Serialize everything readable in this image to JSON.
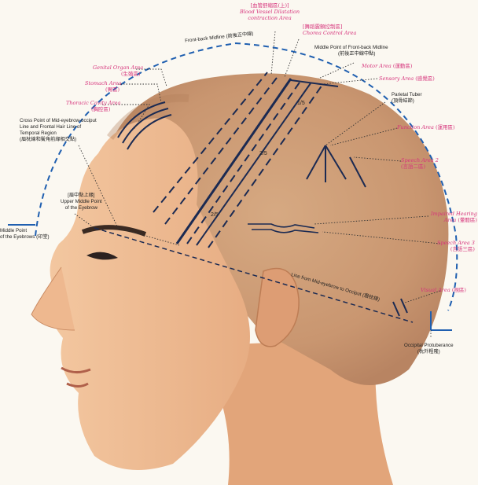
{
  "labels": {
    "blood_vessel": {
      "zh_top": "[血管舒縮區(上)]",
      "en": "Blood Vessel Dilatation",
      "en2": "contraction Area"
    },
    "chorea": {
      "zh": "[舞蹈震顫控制區]",
      "en": "Chorea Control Area"
    },
    "front_back_midline": {
      "en": "Front-back Midline",
      "zh": "(前後正中線)"
    },
    "middle_point_fb": {
      "en": "Middle Point of Front-back Midline",
      "zh": "(前後正中線中點)"
    },
    "genital": {
      "en": "Genital Organ Area",
      "zh": "(生殖區)"
    },
    "stomach": {
      "en": "Stomach Area",
      "zh": "(胃區)"
    },
    "thoracic": {
      "en": "Thoracic Cavity Area",
      "zh": "(胸腔區)"
    },
    "motor": {
      "en": "Motor Area",
      "zh": "(運動區)"
    },
    "sensory": {
      "en": "Sensory Area",
      "zh": "(感覺區)"
    },
    "parietal": {
      "en": "Parietal Tuber",
      "zh": "(頂骨結節)"
    },
    "cross_point": {
      "l1": "Cross Point of Mid-eyebrow-occiput",
      "l2": "Line and Frontal Hair Line of",
      "l3": "Temporal Region",
      "zh": "(眉枕線和鬢角前緣相交點)"
    },
    "function": {
      "en": "Function Area",
      "zh": "(運用區)"
    },
    "speech2": {
      "en": "Speech Area 2",
      "zh": "(言語二區)"
    },
    "upper_middle": {
      "zh": "[眉中點上緣]",
      "l1": "Upper Middle Point",
      "l2": "of the Eyebrow"
    },
    "middle_eyebrows": {
      "l1": "Middle Point",
      "l2": "of the Eyebrows",
      "zh": "(印堂)"
    },
    "impaired_hearing": {
      "l1": "Impaired Hearing",
      "l2": "Area",
      "zh": "(暈聽區)"
    },
    "speech3": {
      "en": "Speech Area 3",
      "zh": "(言語三區)"
    },
    "mid_eyebrow_line": {
      "en": "Line from Mid-eyebrow to Occiput",
      "zh": "(眉枕線)"
    },
    "visual": {
      "en": "Visual Area",
      "zh": "(視區)"
    },
    "occipital": {
      "en": "Occipital Protuberance",
      "zh": "(枕外粗隆)"
    },
    "fraction_1_5": "1/5",
    "fraction_2_5": "2/5",
    "fraction_2_5b": "2/5"
  },
  "colors": {
    "skin": "#e9b48a",
    "skin_dark": "#cf9467",
    "blue": "#1f5fb0",
    "pink": "#d6337b",
    "ink": "#222222"
  }
}
